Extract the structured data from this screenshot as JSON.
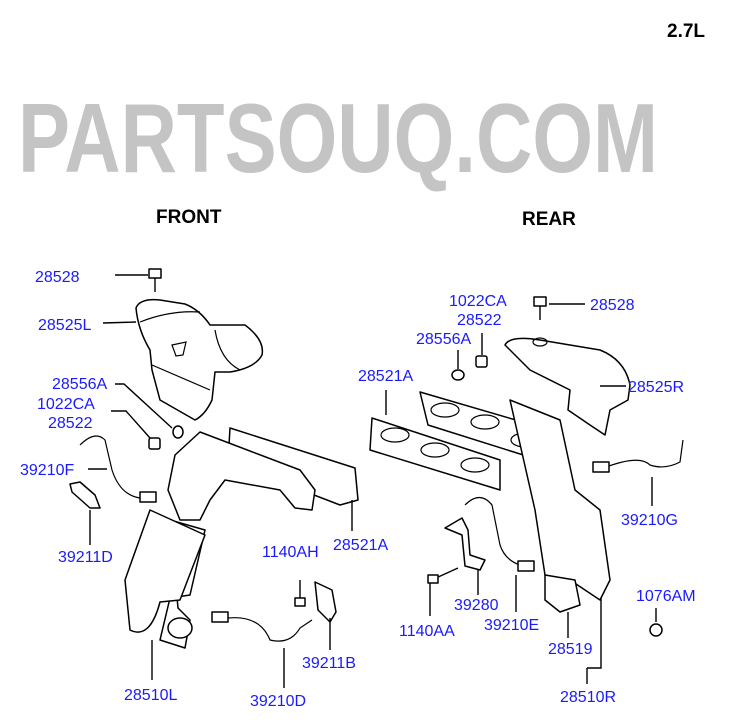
{
  "engine": "2.7L",
  "watermark": "PARTSOUQ.COM",
  "sections": {
    "front": "FRONT",
    "rear": "REAR"
  },
  "front_parts": {
    "bolt": "28528",
    "heat_protector": "28525L",
    "gasket": "28556A",
    "nut_code": "1022CA",
    "nut": "28522",
    "sensor": "39210F",
    "bracket": "39211D",
    "manifold_gasket": "28521A",
    "bolt2": "1140AH",
    "manifold": "28510L",
    "sensor2": "39210D",
    "bracket2": "39211B"
  },
  "rear_parts": {
    "nut_code": "1022CA",
    "nut": "28522",
    "bolt": "28528",
    "gasket": "28556A",
    "manifold_gasket": "28521A",
    "heat_protector": "28525R",
    "sensor": "39210G",
    "bracket": "39280",
    "bolt2": "1140AA",
    "sensor2": "39210E",
    "gasket2": "28519",
    "manifold": "28510R",
    "washer": "1076AM"
  }
}
